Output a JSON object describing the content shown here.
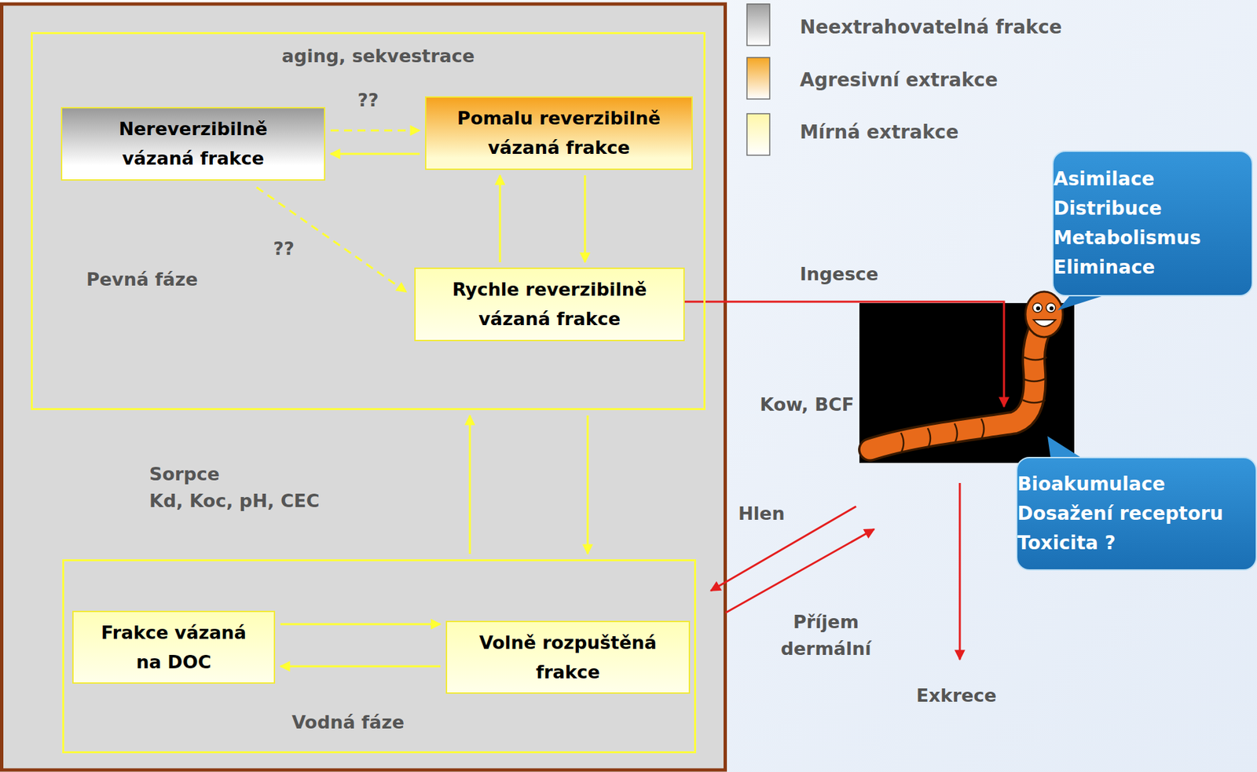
{
  "diagram": {
    "nodes": [
      {
        "text": [
          "aging, sekvestrace",
          "Pevná fáze"
        ]
      },
      {
        "text": [
          "Nereverzibilně vázaná frakce"
        ],
        "in": 0
      },
      {
        "text": [
          "Pomalu reverzibilně vázaná frakce"
        ],
        "in": 0
      },
      {
        "text": [
          "Rychle reverzibilně vázaná frakce"
        ],
        "in": 0
      },
      {
        "text": [
          "Vodná fáze"
        ]
      },
      {
        "text": [
          "Frakce vázaná na DOC"
        ],
        "in": 4
      },
      {
        "text": [
          "Volně rozpuštěná frakce"
        ],
        "in": 4
      },
      {
        "text": [
          "Asimilace Distribuce Metabolismus Eliminace"
        ]
      },
      {
        "text": [
          "Bioakumulace Dosažení receptoru Toxicita ?"
        ]
      }
    ],
    "edges": [
      {
        "from": 1,
        "to": 2,
        "arrow": "to",
        "label": "??"
      },
      {
        "from": 2,
        "to": 1,
        "arrow": "to"
      },
      {
        "from": 3,
        "to": 2,
        "arrow": "to"
      },
      {
        "from": 2,
        "to": 3,
        "arrow": "to"
      },
      {
        "from": 1,
        "to": 3,
        "arrow": "to",
        "label": "??"
      },
      {
        "from": 0,
        "to": 4,
        "arrow": "to"
      },
      {
        "from": 4,
        "to": 0,
        "arrow": "to"
      },
      {
        "from": 5,
        "to": 6,
        "arrow": "to"
      },
      {
        "from": 6,
        "to": 5,
        "arrow": "to"
      }
    ],
    "labels": [
      "Sorpce Kd, Koc, pH, CEC",
      "Ingesce",
      "Kow, BCF",
      "Hlen",
      "Příjem dermální",
      "Exkrece"
    ],
    "legend": [
      {
        "text": "Neextrahovatelná frakce",
        "color": "#9e9e9e"
      },
      {
        "text": "Agresivní extrakce",
        "color": "#f5a623"
      },
      {
        "text": "Mírná extrakce",
        "color": "#fff7a8"
      }
    ]
  }
}
